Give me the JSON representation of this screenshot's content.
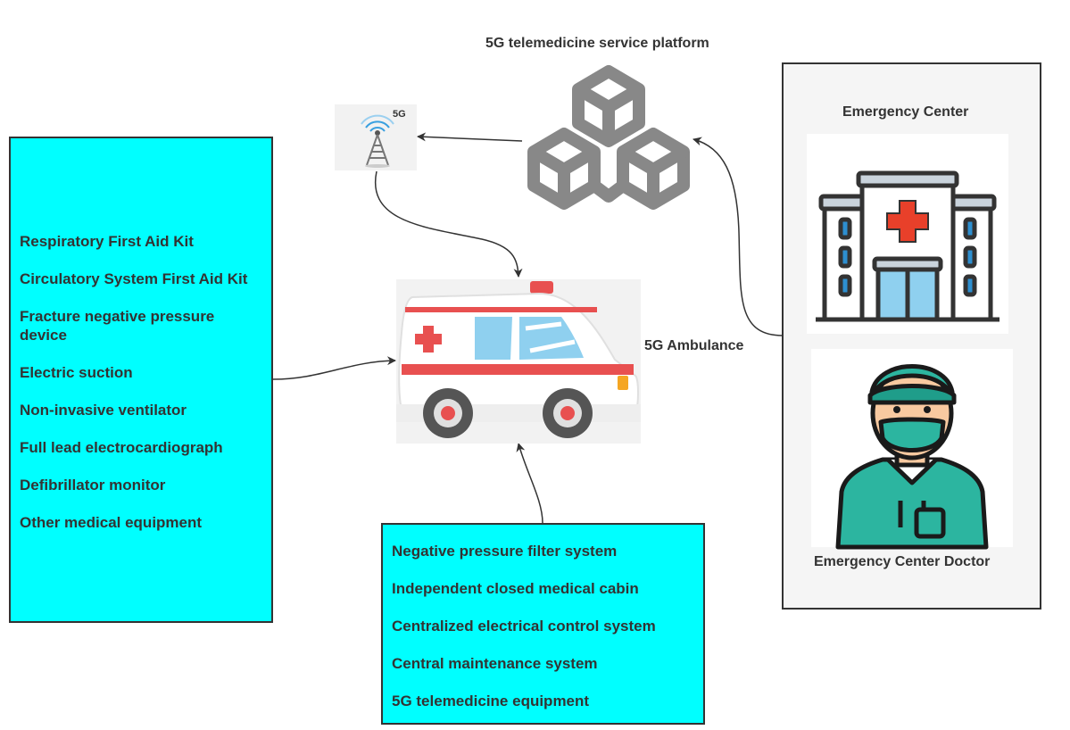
{
  "diagram": {
    "platform_title": "5G telemedicine service platform",
    "tower_label": "5G",
    "ambulance_label": "5G Ambulance",
    "emergency_center": {
      "title": "Emergency Center",
      "doctor_label": "Emergency Center Doctor"
    },
    "left_box_items": [
      "Respiratory First Aid Kit",
      "Circulatory System First Aid Kit",
      "Fracture negative pressure device",
      "Electric suction",
      "Non-invasive ventilator",
      "Full lead electrocardiograph",
      "Defibrillator monitor",
      "Other medical equipment"
    ],
    "bottom_box_items": [
      "Negative pressure filter system",
      "Independent closed medical cabin",
      "Centralized electrical control system",
      "Central maintenance system",
      "5G telemedicine equipment"
    ]
  },
  "colors": {
    "box_fill": "#00ffff",
    "panel_fill": "#f5f5f5",
    "stroke": "#333333",
    "platform_icon": "#888888",
    "cross_red": "#e8402a",
    "scrub_teal": "#2cb5a0"
  }
}
